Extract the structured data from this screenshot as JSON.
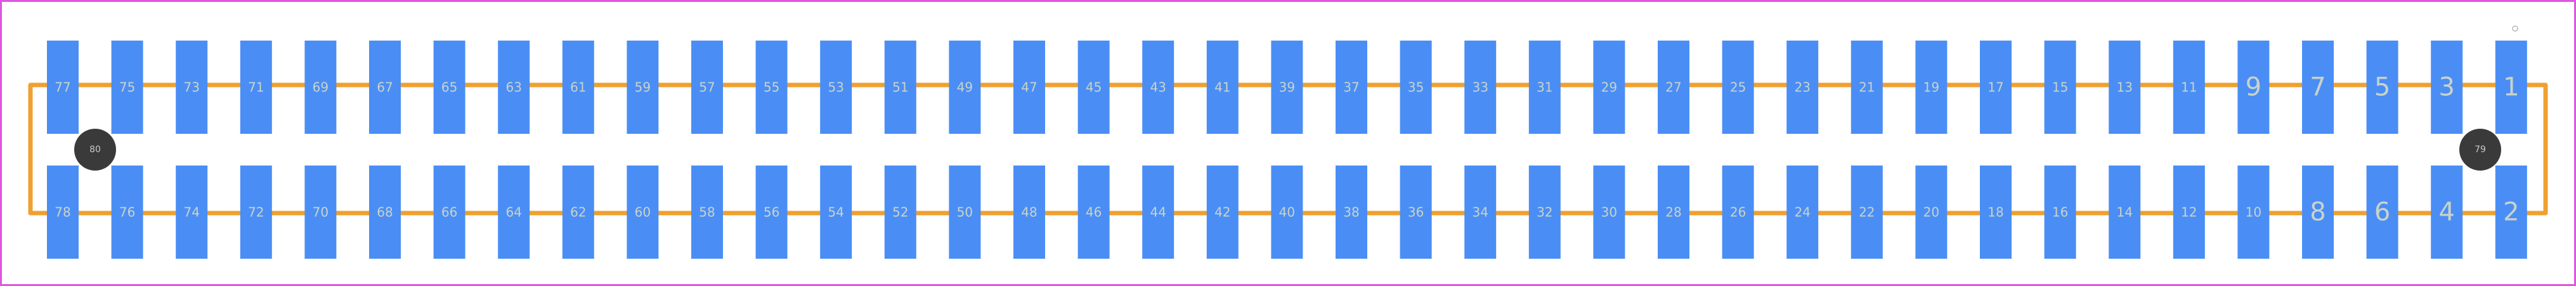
{
  "colors": {
    "background": "#ffffff",
    "border": "#e055e0",
    "pad": "#4a8ef5",
    "trace": "#f0a030",
    "label": "#c9d3c9",
    "hole": "#3a3a3a",
    "hole_label": "#c9c9c9",
    "marker": "#b8b8b8"
  },
  "top_row_pads": [
    "77",
    "75",
    "73",
    "71",
    "69",
    "67",
    "65",
    "63",
    "61",
    "59",
    "57",
    "55",
    "53",
    "51",
    "49",
    "47",
    "45",
    "43",
    "41",
    "39",
    "37",
    "35",
    "33",
    "31",
    "29",
    "27",
    "25",
    "23",
    "21",
    "19",
    "17",
    "15",
    "13",
    "11",
    "9",
    "7",
    "5",
    "3",
    "1"
  ],
  "bottom_row_pads": [
    "78",
    "76",
    "74",
    "72",
    "70",
    "68",
    "66",
    "64",
    "62",
    "60",
    "58",
    "56",
    "54",
    "52",
    "50",
    "48",
    "46",
    "44",
    "42",
    "40",
    "38",
    "36",
    "34",
    "32",
    "30",
    "28",
    "26",
    "24",
    "22",
    "20",
    "18",
    "16",
    "14",
    "12",
    "10",
    "8",
    "6",
    "4",
    "2"
  ],
  "mounting_holes": [
    {
      "side": "left",
      "label": "80"
    },
    {
      "side": "right",
      "label": "79"
    }
  ]
}
